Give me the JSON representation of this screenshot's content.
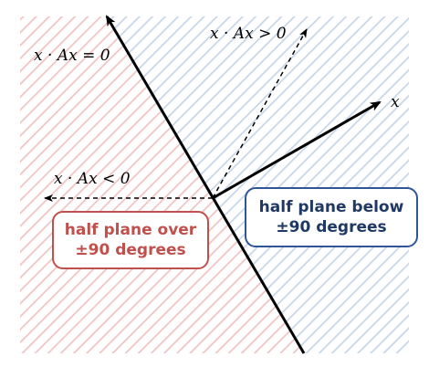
{
  "labels": {
    "eq_zero": "x · Ax = 0",
    "gt_zero": "x · Ax > 0",
    "lt_zero": "x · Ax < 0",
    "x_vec": "x"
  },
  "boxes": {
    "over": {
      "line1": "half plane over",
      "line2": "±90 degrees"
    },
    "below": {
      "line1": "half plane below",
      "line2": "±90 degrees"
    }
  },
  "colors": {
    "over_hatch": "#f0c4c4",
    "below_hatch": "#c7d6e8",
    "over_text": "#c0504d",
    "below_text": "#1f3864",
    "over_border": "#c0504d",
    "below_border": "#2e5597",
    "axis": "#000000"
  }
}
